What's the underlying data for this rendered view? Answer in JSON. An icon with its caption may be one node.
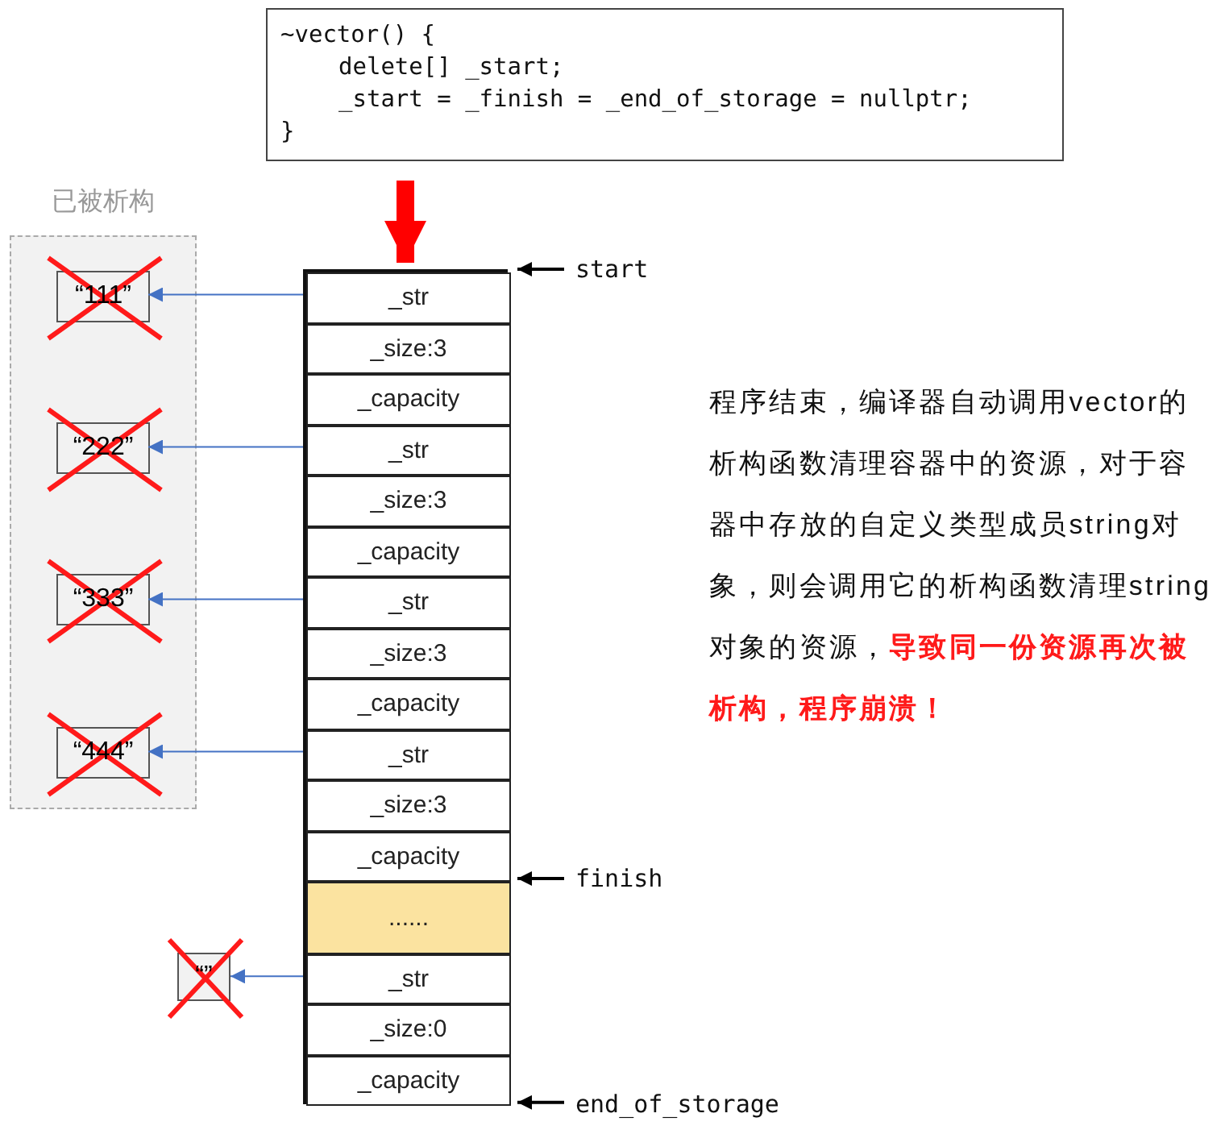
{
  "diagram": {
    "nodes": [
      {
        "text": [
          "~vector() {",
          "delete[] _start;",
          "_start = _finish = _end_of_storage = nullptr;",
          "}"
        ]
      },
      {
        "text": [
          "已被析构"
        ]
      },
      {
        "text": [
          "“111”"
        ],
        "in": 1
      },
      {
        "text": [
          "“222”"
        ],
        "in": 1
      },
      {
        "text": [
          "“333”"
        ],
        "in": 1
      },
      {
        "text": [
          "“444”"
        ],
        "in": 1
      },
      {
        "text": [
          "“”"
        ]
      },
      {
        "text": [],
        "shape": "box"
      },
      {
        "text": [
          "_str"
        ],
        "in": 7
      },
      {
        "text": [
          "_size:3"
        ],
        "in": 7
      },
      {
        "text": [
          "_capacity"
        ],
        "in": 7
      },
      {
        "text": [
          "_str"
        ],
        "in": 7
      },
      {
        "text": [
          "_size:3"
        ],
        "in": 7
      },
      {
        "text": [
          "_capacity"
        ],
        "in": 7
      },
      {
        "text": [
          "_str"
        ],
        "in": 7
      },
      {
        "text": [
          "_size:3"
        ],
        "in": 7
      },
      {
        "text": [
          "_capacity"
        ],
        "in": 7
      },
      {
        "text": [
          "_str"
        ],
        "in": 7
      },
      {
        "text": [
          "_size:3"
        ],
        "in": 7
      },
      {
        "text": [
          "_capacity"
        ],
        "in": 7
      },
      {
        "text": [
          "......"
        ],
        "in": 7
      },
      {
        "text": [
          "_str"
        ],
        "in": 7
      },
      {
        "text": [
          "_size:0"
        ],
        "in": 7
      },
      {
        "text": [
          "_capacity"
        ],
        "in": 7
      },
      {
        "text": [
          "start"
        ]
      },
      {
        "text": [
          "finish"
        ]
      },
      {
        "text": [
          "end_of_storage"
        ]
      }
    ],
    "edges": [
      {
        "from": 0,
        "to": 7,
        "arrow": "to",
        "style": "thick",
        "color": "#ff0000"
      },
      {
        "from": 8,
        "to": 2,
        "arrow": "to"
      },
      {
        "from": 11,
        "to": 3,
        "arrow": "to"
      },
      {
        "from": 14,
        "to": 4,
        "arrow": "to"
      },
      {
        "from": 17,
        "to": 5,
        "arrow": "to"
      },
      {
        "from": 21,
        "to": 6,
        "arrow": "to"
      },
      {
        "from": 24,
        "to": 8,
        "arrow": "to",
        "color": "#000000"
      },
      {
        "from": 25,
        "to": 20,
        "arrow": "to",
        "color": "#000000"
      },
      {
        "from": 26,
        "to": 23,
        "arrow": "to",
        "color": "#000000"
      }
    ],
    "labels": [
      "程序结束，编译器自动调用vector的析构函数清理容器中的资源，对于容器中存放的自定义类型成员string对象，则会调用它的析构函数清理string对象的资源，",
      "导致同一份资源再次被析构，程序崩溃！"
    ]
  }
}
